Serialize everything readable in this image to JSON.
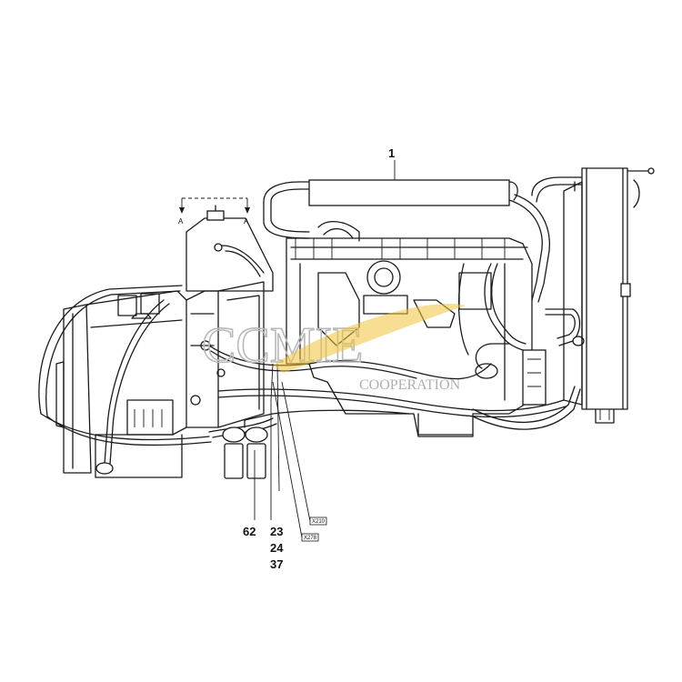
{
  "callouts": {
    "c1": "1",
    "c62": "62",
    "c23": "23",
    "c24": "24",
    "c37": "37"
  },
  "connector_tags": {
    "x210": "X210",
    "x278": "X278"
  },
  "section_marks": {
    "left": "A",
    "right": "A"
  },
  "watermark": {
    "brand": "CCMIE",
    "subtitle": "COOPERATION",
    "accent_color": "#f0c23a"
  }
}
